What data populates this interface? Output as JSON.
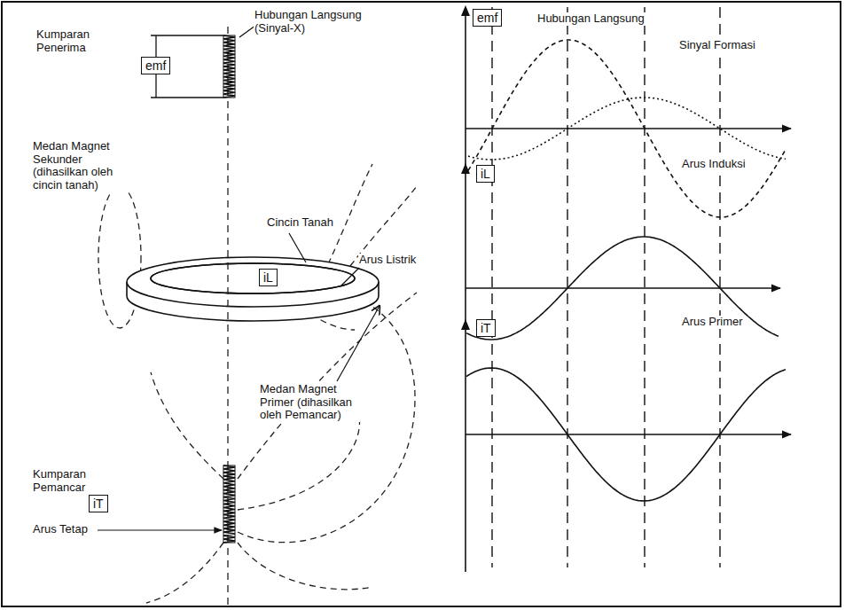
{
  "diagram": {
    "nodes": [
      {
        "text": [
          "emf"
        ]
      },
      {
        "text": [
          "iL"
        ]
      },
      {
        "text": [
          "iT"
        ]
      },
      {
        "text": [
          "emf"
        ]
      },
      {
        "text": [
          "iL"
        ]
      },
      {
        "text": [
          "iT"
        ]
      }
    ],
    "labels": [
      "Hubungan Langsung (Sinyal-X)",
      "Kumparan Penerima",
      "Medan Magnet Sekunder (dihasilkan oleh cincin tanah)",
      "Cincin Tanah",
      "Arus Listrik",
      "Medan Magnet Primer (dihasilkan oleh Pemancar)",
      "Kumparan Pemancar",
      "Arus Tetap",
      "Hubungan Langsung",
      "Sinyal Formasi",
      "Arus Induksi",
      "Arus Primer"
    ]
  }
}
